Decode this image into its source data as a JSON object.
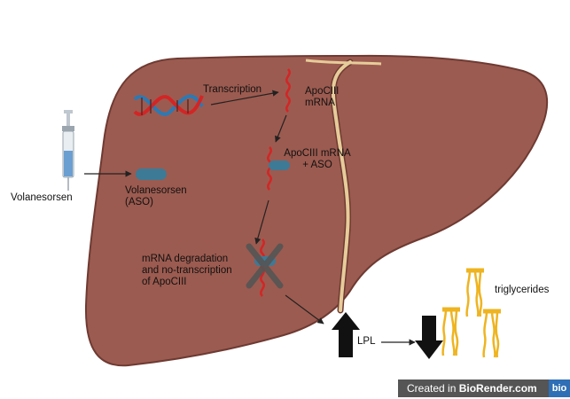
{
  "labels": {
    "drug_outside": "Volanesorsen",
    "drug_inside": "Volanesorsen\n(ASO)",
    "transcription": "Transcription",
    "mrna": "ApoCIII\nmRNA",
    "mrna_aso": "ApoCIII mRNA\n+ ASO",
    "degradation": "mRNA degradation\nand no-transcription\nof ApoCIII",
    "lpl": "LPL",
    "triglycerides": "triglycerides"
  },
  "watermark": {
    "prefix": "Created in ",
    "brand": "BioRender.com",
    "logo": "bio"
  },
  "colors": {
    "liver": "#9c5b50",
    "liver_edge": "#6e3a32",
    "ligament": "#e6cc9a",
    "rna": "#d32525",
    "dna_blue": "#2a7ab5",
    "aso": "#3d7a96",
    "lipid": "#eeb421",
    "arrow": "#222222"
  },
  "icons": [
    "syringe-icon",
    "dna-icon",
    "rna-strand-icon",
    "aso-capsule-icon",
    "cross-icon",
    "up-arrow-icon",
    "down-arrow-icon",
    "triglyceride-icon"
  ]
}
